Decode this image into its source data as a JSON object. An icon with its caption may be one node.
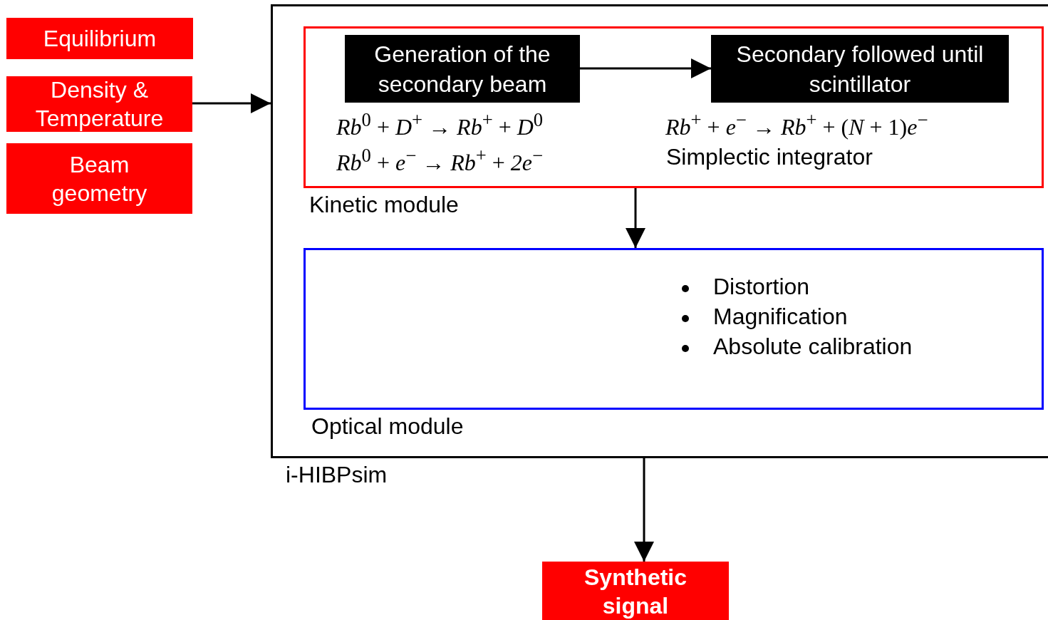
{
  "diagram": {
    "nodes": [
      {
        "text": [
          "Equilibrium"
        ]
      },
      {
        "text": [
          "Density & Temperature"
        ]
      },
      {
        "text": [
          "Beam geometry"
        ]
      },
      {
        "text": [
          "i-HIBPsim"
        ]
      },
      {
        "text": [
          "Kinetic module"
        ],
        "in": 3
      },
      {
        "text": [
          "Generation of the secondary beam"
        ],
        "in": 4,
        "beside": [
          "*Rb*$^{0}$ + *D*$^{+}$ → *Rb*$^{+}$ + *D*$^{0}$",
          "*Rb*$^{0}$ + *e*$^{−}$ → *Rb*$^{+}$ + *2e*$^{−}$"
        ]
      },
      {
        "text": [
          "Secondary followed until scintillator"
        ],
        "in": 4,
        "beside": [
          "*Rb*$^{+}$ + *e*$^{−}$ → *Rb*$^{+}$ + (*N* + 1)*e*$^{−}$",
          "Simplectic integrator"
        ]
      },
      {
        "text": [
          "Optical module",
          "Distortion",
          "Magnification",
          "Absolute calibration"
        ],
        "in": 3
      },
      {
        "text": [
          "Synthetic signal"
        ]
      }
    ],
    "edges": [
      {
        "from": 1,
        "to": 3,
        "arrow": "to"
      },
      {
        "from": 5,
        "to": 6,
        "arrow": "to"
      },
      {
        "from": 4,
        "to": 7,
        "arrow": "to"
      },
      {
        "from": 3,
        "to": 8,
        "arrow": "to"
      }
    ]
  }
}
